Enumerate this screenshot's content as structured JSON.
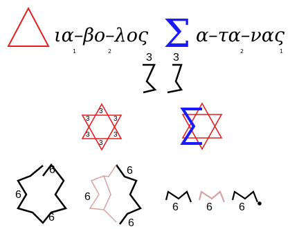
{
  "top_row": {
    "word1": {
      "text": "ια–βο–λος",
      "syllable_subscripts": [
        "1",
        "2"
      ]
    },
    "sigma_symbol": "Σ",
    "word2": {
      "text": "α–τα–νας",
      "syllable_subscripts": [
        "2",
        "1"
      ]
    }
  },
  "zigzag_labels": [
    "3",
    "3"
  ],
  "hexagram_triangle_labels": [
    "3",
    "3",
    "3",
    "3",
    "3",
    "3"
  ],
  "six_labels": {
    "star_outline": [
      "6",
      "6",
      "6"
    ],
    "sigma_star_half": [
      "6",
      "6",
      "6"
    ],
    "wave_chain": [
      "6",
      "6",
      "6"
    ]
  },
  "colors": {
    "triangle_red": "#e02020",
    "sigma_blue": "#1a1aff",
    "ink": "#000000",
    "faded_red": "#d8a0a0"
  }
}
